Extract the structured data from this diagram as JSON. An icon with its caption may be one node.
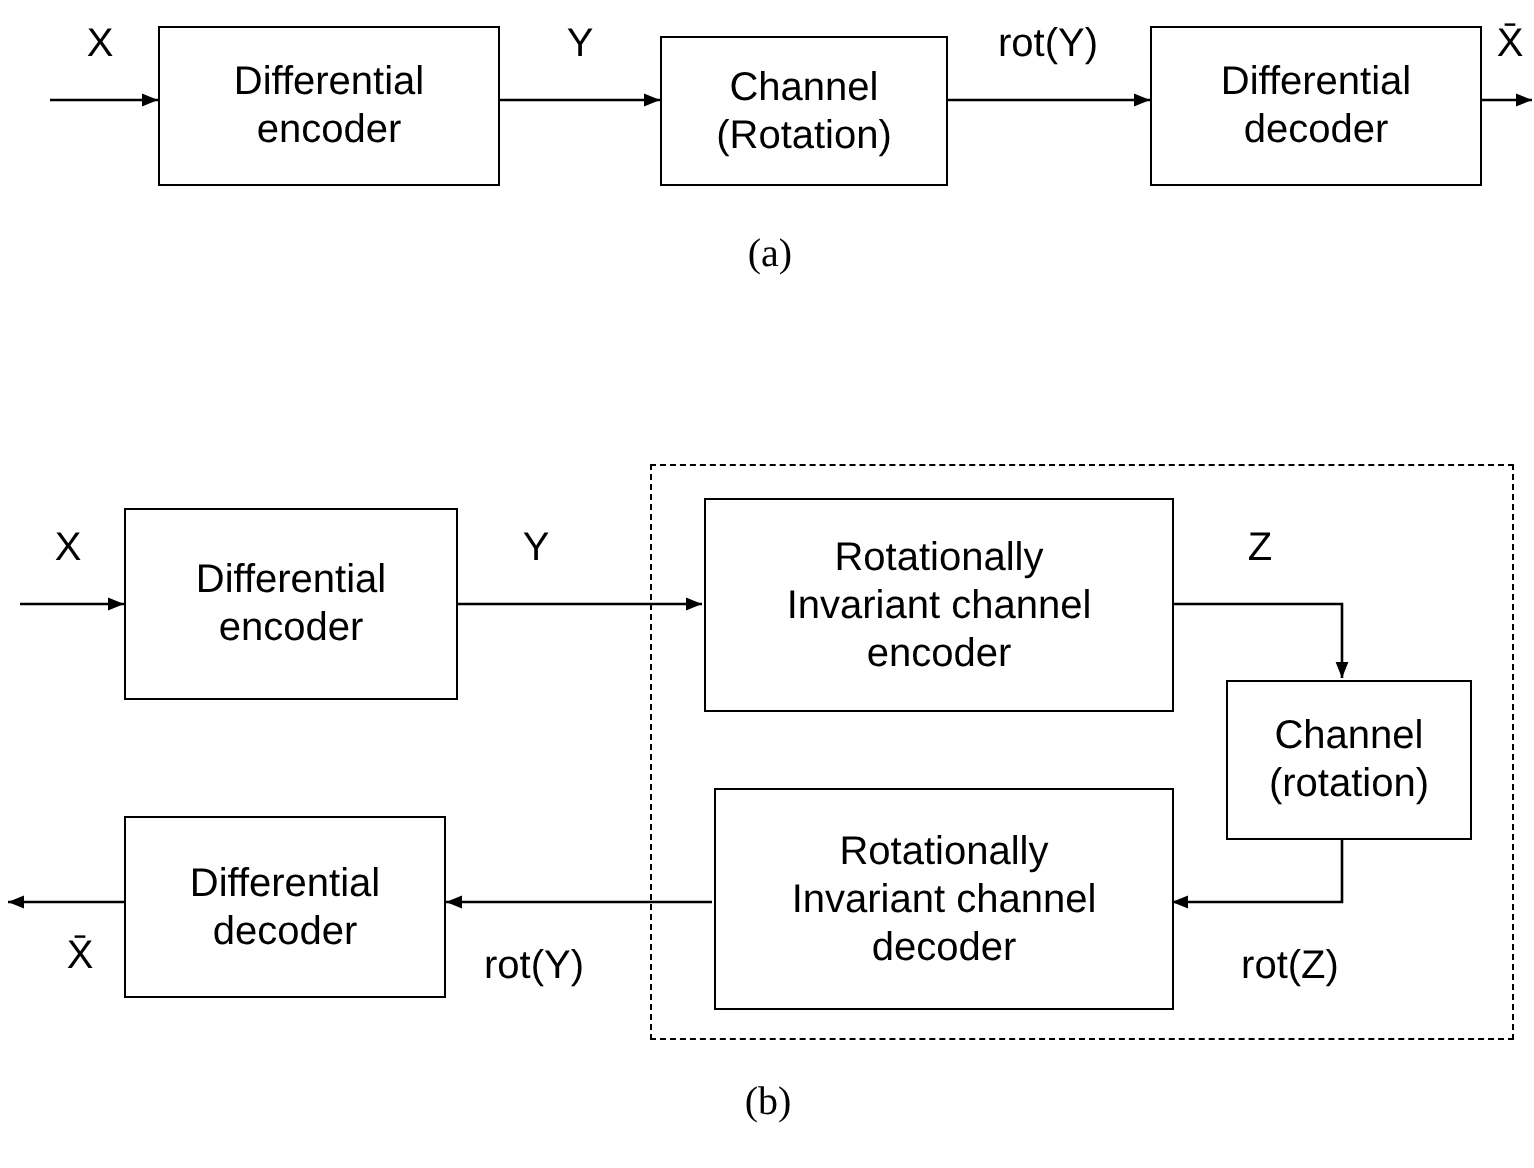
{
  "diagram": {
    "nodes": [
      {
        "text": [
          "Differential encoder"
        ]
      },
      {
        "text": [
          "Channel (Rotation)"
        ]
      },
      {
        "text": [
          "Differential decoder"
        ]
      },
      {
        "text": [],
        "shape": "box"
      },
      {
        "text": [
          "Differential encoder"
        ]
      },
      {
        "text": [
          "Rotationally Invariant channel encoder"
        ],
        "in": 3
      },
      {
        "text": [
          "Channel (rotation)"
        ],
        "in": 3
      },
      {
        "text": [
          "Rotationally Invariant channel decoder"
        ],
        "in": 3
      },
      {
        "text": [
          "Differential decoder"
        ]
      }
    ],
    "edges": [
      {
        "from": null,
        "to": 0,
        "arrow": "to",
        "label": "X"
      },
      {
        "from": 0,
        "to": 1,
        "arrow": "to",
        "label": "Y"
      },
      {
        "from": 1,
        "to": 2,
        "arrow": "to",
        "label": "rot(Y)"
      },
      {
        "from": 2,
        "to": null,
        "arrow": "to",
        "label": "X̄"
      },
      {
        "from": null,
        "to": 4,
        "arrow": "to",
        "label": "X"
      },
      {
        "from": 4,
        "to": 5,
        "arrow": "to",
        "label": "Y"
      },
      {
        "from": 5,
        "to": 6,
        "arrow": "to",
        "label": "Z"
      },
      {
        "from": 6,
        "to": 7,
        "arrow": "to",
        "label": "rot(Z)"
      },
      {
        "from": 7,
        "to": 8,
        "arrow": "to",
        "label": "rot(Y)"
      },
      {
        "from": 8,
        "to": null,
        "arrow": "to",
        "label": "X̄"
      }
    ],
    "labels": [
      "(a)",
      "(b)"
    ]
  }
}
